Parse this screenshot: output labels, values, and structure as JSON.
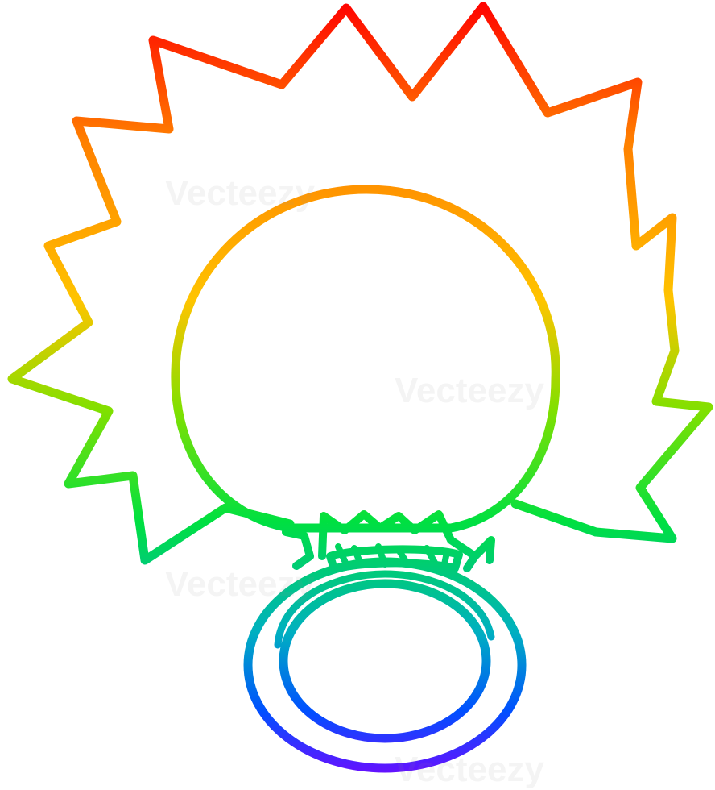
{
  "watermark": {
    "text": "Vecteezy"
  },
  "colors": {
    "background": "#ffffff",
    "gradient": [
      "#ff0000",
      "#ff8000",
      "#ffc400",
      "#80e000",
      "#00e040",
      "#00b0c0",
      "#0050ff",
      "#8000ff"
    ]
  },
  "drawing": {
    "subject": "ring-with-sparkle-burst",
    "style": "rainbow-gradient-line-art"
  }
}
